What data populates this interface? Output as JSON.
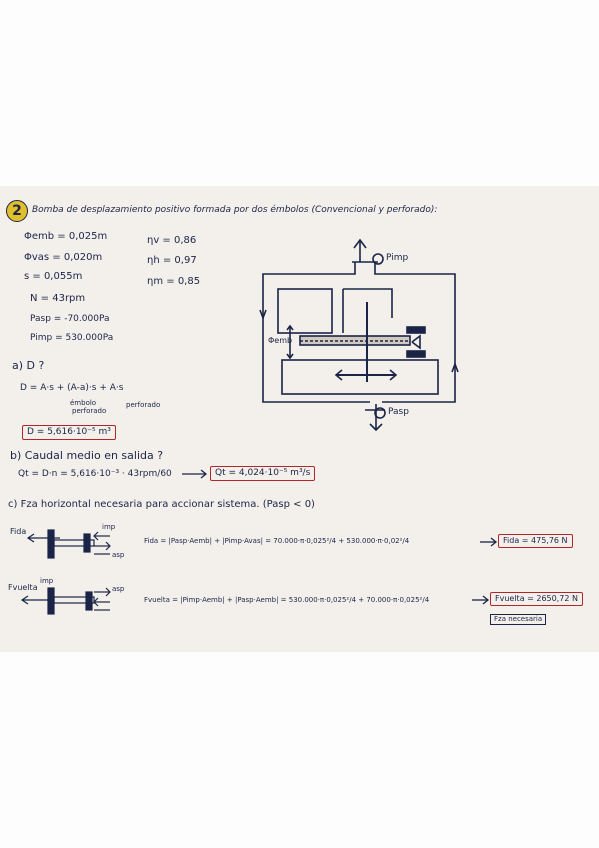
{
  "problem": {
    "number": "2",
    "title": "Bomba de desplazamiento positivo formada por dos émbolos (Convencional y perforado):"
  },
  "data_given": {
    "phi_emb": "Φemb = 0,025m",
    "phi_vas": "Φvas = 0,020m",
    "s": "s = 0,055m",
    "n": "N = 43rpm",
    "p_asp": "Pasp = -70.000Pa",
    "p_imp": "Pimp = 530.000Pa",
    "eta_v": "ηv = 0,86",
    "eta_h": "ηh = 0,97",
    "eta_m": "ηm = 0,85"
  },
  "diagram": {
    "label_pimp": "Pimp",
    "label_pasp": "Pasp",
    "label_phi": "Φemb"
  },
  "part_a": {
    "question": "a) D ?",
    "formula": "D = A·s + (A-a)·s + A·s",
    "under1": "émbolo",
    "under2": "perforado",
    "under3": "perforado",
    "result": "D = 5,616·10⁻⁵ m³"
  },
  "part_b": {
    "question": "b) Caudal medio en salida ?",
    "formula": "Qt = D·n = 5,616·10⁻³ · 43rpm/60",
    "result": "Qt = 4,024·10⁻⁵ m³/s"
  },
  "part_c": {
    "question": "c) Fza horizontal necesaria para accionar sistema. (Pasp < 0)",
    "fida_label": "Fida",
    "fvuelta_label": "Fvuelta",
    "imp_label": "imp",
    "asp_label": "asp",
    "fida_formula": "Fida = |Pasp·Aemb| + |Pimp·Avas| = 70.000·π·0,025²/4 + 530.000·π·0,02²/4",
    "fida_result": "Fida = 475,76 N",
    "fvuelta_formula": "Fvuelta = |Pimp·Aemb| + |Pasp·Aemb| = 530.000·π·0,025²/4 + 70.000·π·0,025²/4",
    "fvuelta_result": "Fvuelta = 2650,72 N",
    "note": "Fza necesaria"
  }
}
